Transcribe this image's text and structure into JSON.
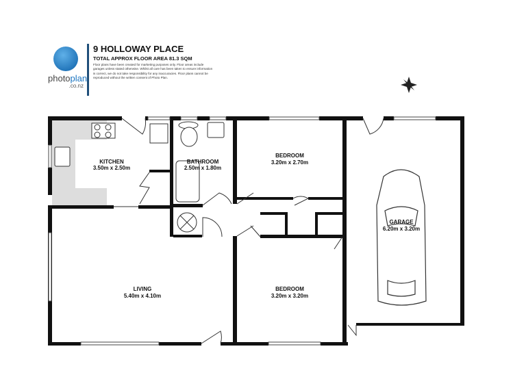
{
  "header": {
    "title": "9 HOLLOWAY PLACE",
    "subtitle": "TOTAL APPROX FLOOR AREA 81.3 SQM",
    "disclaimer": "Floor plans have been created for marketing purposes only. Floor areas include garages unless stated otherwise. Whilst all care has been taken to ensure information is correct, we do not take responsibility for any inaccuracies. Floor plans cannot be reproduced without the written consent of Photo Plan."
  },
  "logo": {
    "word_a": "photo",
    "word_b": "plan",
    "sub": ".co.nz",
    "brand_color": "#1a74c0"
  },
  "compass": {
    "icon": "compass-rose-icon"
  },
  "rooms": [
    {
      "name": "KITCHEN",
      "size": "3.50m  x 2.50m"
    },
    {
      "name": "BATHROOM",
      "size": "2.50m  x 1.80m"
    },
    {
      "name": "BEDROOM",
      "size": "3.20m  x 2.70m"
    },
    {
      "name": "GARAGE",
      "size": "6.20m  x 3.20m"
    },
    {
      "name": "LIVING",
      "size": "5.40m  x 4.10m"
    },
    {
      "name": "BEDROOM",
      "size": "3.20m  x 3.20m"
    }
  ]
}
